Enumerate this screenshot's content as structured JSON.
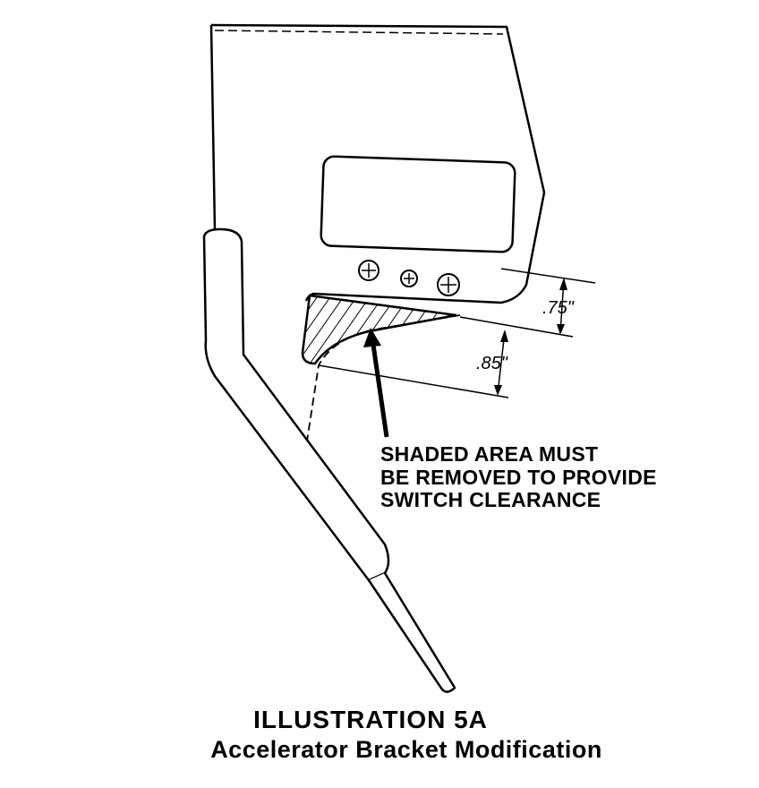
{
  "dimensions": {
    "upper": ".75\"",
    "lower": ".85\""
  },
  "note": {
    "lines": [
      "SHADED AREA MUST",
      "BE REMOVED TO PROVIDE",
      "SWITCH CLEARANCE"
    ]
  },
  "caption": {
    "title": "ILLUSTRATION 5A",
    "subtitle": "Accelerator Bracket Modification"
  }
}
